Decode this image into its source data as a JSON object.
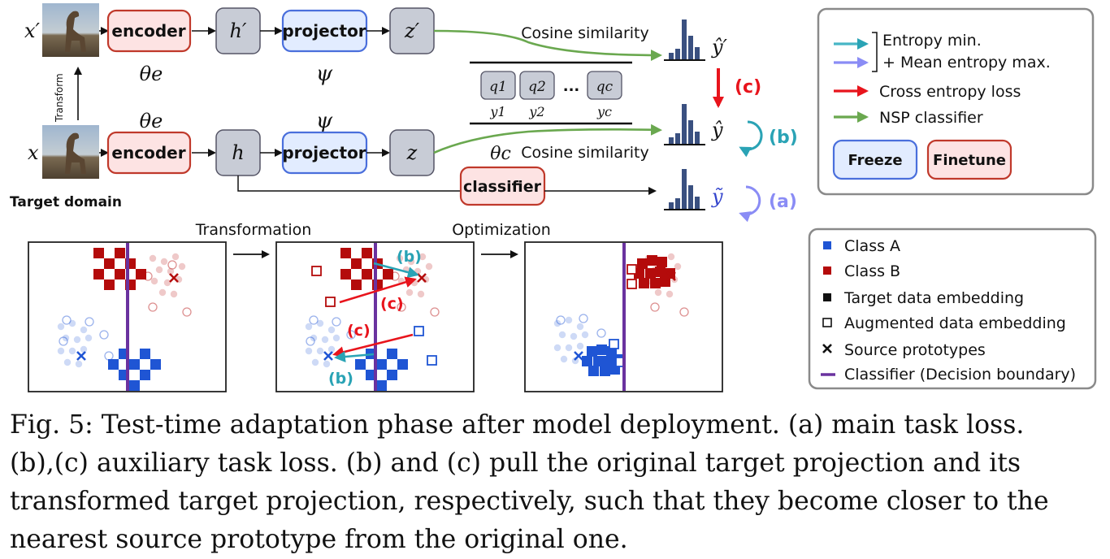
{
  "pipeline": {
    "row_top": {
      "input_symbol": "x′",
      "encoder": "encoder",
      "encoder_param": "θe",
      "hidden": "h′",
      "projector": "projector",
      "projector_param": "ψ",
      "output": "z′",
      "similarity_label": "Cosine similarity",
      "prediction": "ŷ′"
    },
    "transform_label": "Transform",
    "row_bottom": {
      "input_symbol": "x",
      "encoder": "encoder",
      "encoder_param": "θe",
      "hidden": "h",
      "projector": "projector",
      "projector_param": "ψ",
      "output": "z",
      "similarity_label": "Cosine similarity",
      "classifier_param": "θc",
      "prediction": "ŷ"
    },
    "classifier": "classifier",
    "classifier_prediction": "ỹ",
    "prototypes": [
      {
        "q": "q1",
        "y": "y1"
      },
      {
        "q": "q2",
        "y": "y2"
      },
      {
        "q": "qc",
        "y": "yc"
      }
    ],
    "prototype_ellipsis": "...",
    "target_domain_label": "Target domain",
    "loss_tags": {
      "a": "(a)",
      "b": "(b)",
      "c": "(c)"
    }
  },
  "legend_top": {
    "items": [
      {
        "label": "Entropy min.",
        "color": "#47b6c6"
      },
      {
        "label": "+ Mean entropy max.",
        "color": "#8a8cf5"
      },
      {
        "label": "Cross entropy loss",
        "color": "#e8141c"
      },
      {
        "label": "NSP classifier",
        "color": "#6aa84f"
      }
    ],
    "freeze": "Freeze",
    "finetune": "Finetune"
  },
  "panels": {
    "transformation_label": "Transformation",
    "optimization_label": "Optimization",
    "tags": {
      "b": "(b)",
      "c": "(c)"
    }
  },
  "legend_bottom": {
    "items": [
      {
        "label": "Class A",
        "marker": "filled-square-blue"
      },
      {
        "label": "Class B",
        "marker": "filled-square-red"
      },
      {
        "label": "Target data embedding",
        "marker": "filled-square-black"
      },
      {
        "label": "Augmented data embedding",
        "marker": "hollow-square-black"
      },
      {
        "label": "Source prototypes",
        "marker": "cross-black"
      },
      {
        "label": "Classifier (Decision boundary)",
        "marker": "purple-line"
      }
    ]
  },
  "colors": {
    "class_a": "#1f55d4",
    "class_b": "#b40b0b",
    "boundary": "#6a329f",
    "teal": "#2aa3b5",
    "red": "#e8141c",
    "lavender": "#8a8cf5",
    "green": "#6aa84f",
    "freeze_fill": "#e2ecff",
    "freeze_stroke": "#4a6fdc",
    "finetune_fill": "#fde3e3",
    "finetune_stroke": "#c0392b",
    "node_fill": "#c8ccd6",
    "bar": "#3a5080"
  },
  "caption": {
    "lines": [
      "Fig. 5: Test-time adaptation phase after model deployment. (a) main task loss.",
      "(b),(c) auxiliary task loss. (b) and (c) pull the original target projection and its",
      "transformed target projection, respectively, such that they become closer to the",
      "nearest source prototype from the original one."
    ]
  }
}
